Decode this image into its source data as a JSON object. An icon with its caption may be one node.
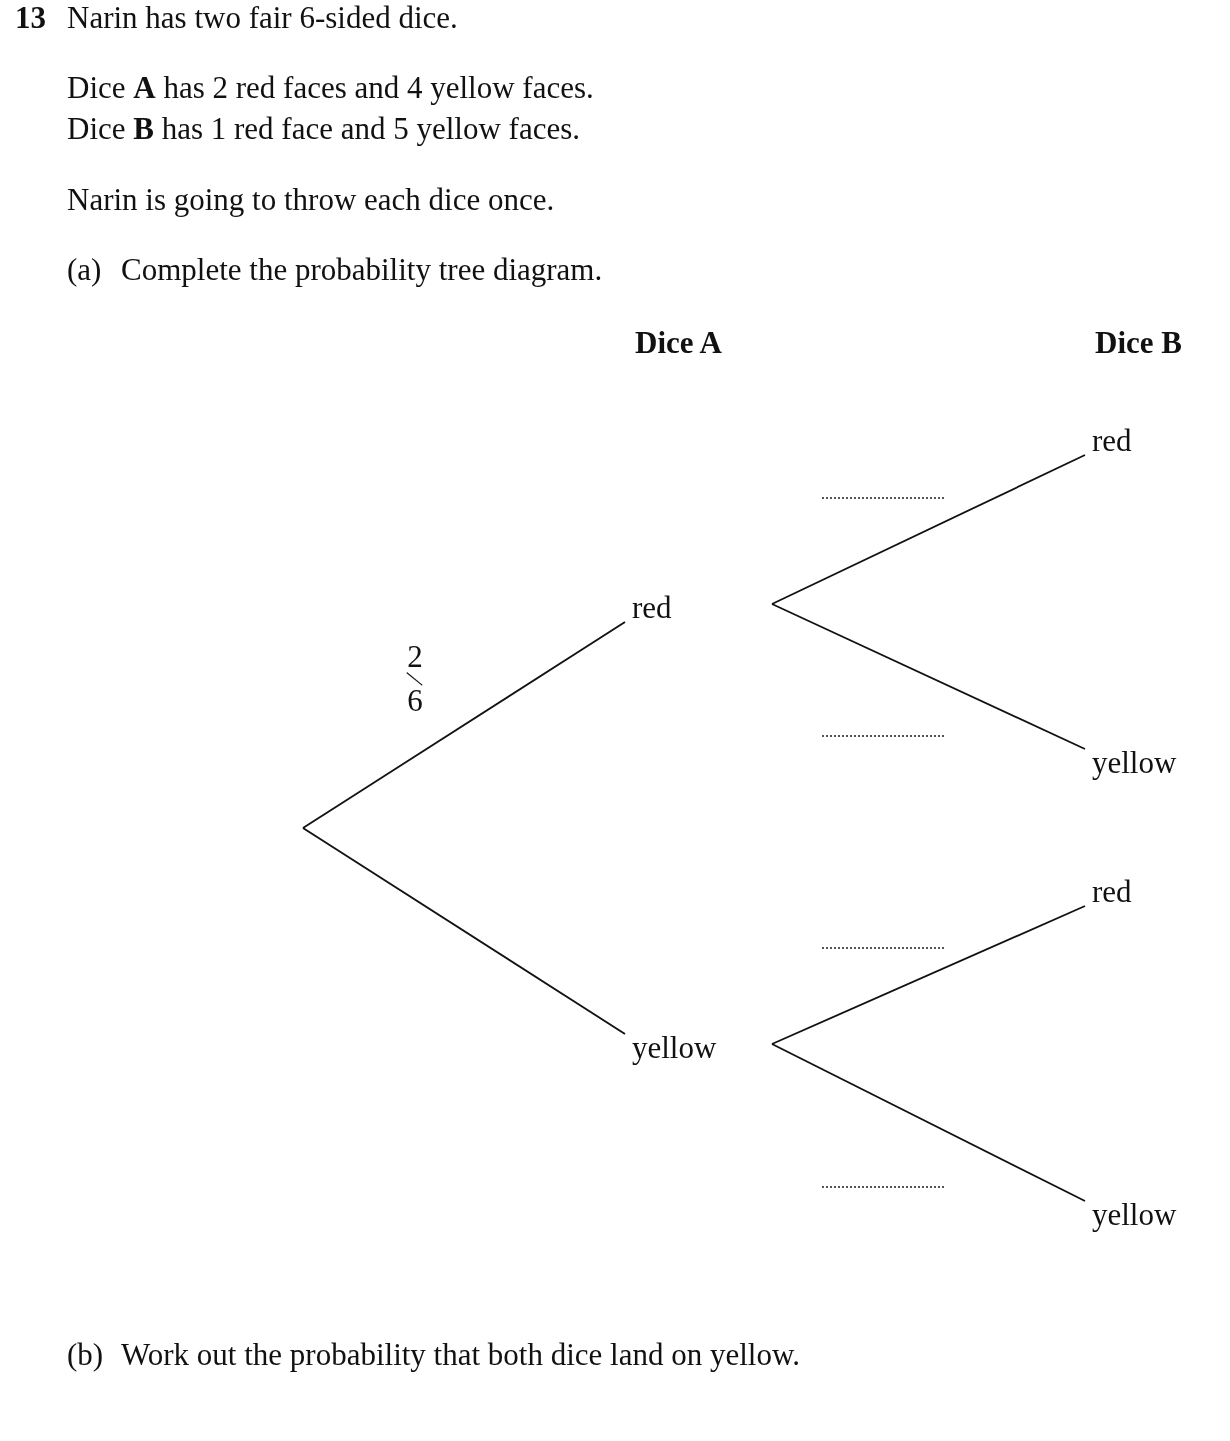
{
  "diagram": {
    "nodes": [
      {
        "text": [
          "red"
        ]
      },
      {
        "text": [
          "yellow"
        ]
      },
      {
        "text": [
          "red"
        ]
      },
      {
        "text": [
          "yellow"
        ]
      },
      {
        "text": [
          "red"
        ]
      },
      {
        "text": [
          "yellow"
        ]
      }
    ],
    "edges": [
      {
        "from": null,
        "to": 0,
        "arrow": "none",
        "label": "2/6"
      },
      {
        "from": null,
        "to": 1,
        "arrow": "none"
      },
      {
        "from": 0,
        "to": 2,
        "arrow": "none"
      },
      {
        "from": 0,
        "to": 3,
        "arrow": "none"
      },
      {
        "from": 1,
        "to": 4,
        "arrow": "none"
      },
      {
        "from": 1,
        "to": 5,
        "arrow": "none"
      }
    ],
    "labels": [
      "13",
      "Narin has two fair 6-sided dice.",
      "Dice **A** has 2 red faces and 4 yellow faces.",
      "Dice **B** has 1 red face and 5 yellow faces.",
      "Narin is going to throw each dice once.",
      "(a)",
      "Complete the probability tree diagram.",
      "Dice A",
      "Dice B",
      "(b)",
      "Work out the probability that both dice land on yellow."
    ]
  }
}
